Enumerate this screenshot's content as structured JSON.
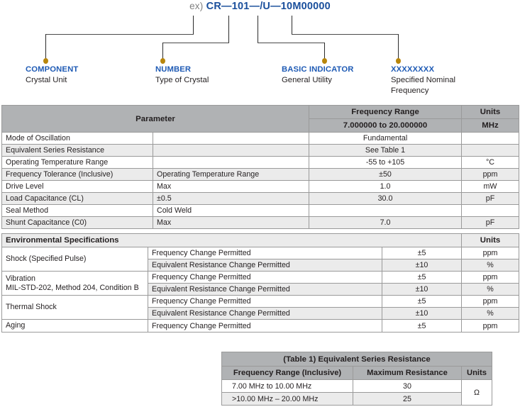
{
  "part_number": {
    "prefix": "ex)",
    "code": "CR—101—/U—10M00000",
    "segments": [
      {
        "title": "COMPONENT",
        "subtitle": "Crystal Unit"
      },
      {
        "title": "NUMBER",
        "subtitle": "Type of Crystal"
      },
      {
        "title": "BASIC INDICATOR",
        "subtitle": "General Utility"
      },
      {
        "title": "XXXXXXXX",
        "subtitle": "Specified Nominal",
        "subtitle2": "Frequency"
      }
    ]
  },
  "colors": {
    "label_blue": "#1F5BB5",
    "code_blue": "#1A4F9C",
    "dot_gold": "#B8860B",
    "header_gray": "#B0B2B4",
    "zebra_gray": "#EBEBEB",
    "border_gray": "#9A9A9A",
    "ex_gray": "#808080"
  },
  "main_table": {
    "header": {
      "parameter": "Parameter",
      "frequency_range": "Frequency Range",
      "frequency_range_value": "7.000000 to 20.000000",
      "units": "Units",
      "units_value": "MHz"
    },
    "rows": [
      {
        "param": "Mode of Oscillation",
        "cond": "",
        "value": "Fundamental",
        "units": "",
        "stripe": "white"
      },
      {
        "param": "Equivalent Series Resistance",
        "cond": "",
        "value": "See Table 1",
        "units": "",
        "stripe": "zebra"
      },
      {
        "param": "Operating Temperature Range",
        "cond": "",
        "value": "-55 to +105",
        "units": "°C",
        "stripe": "white"
      },
      {
        "param": "Frequency Tolerance (Inclusive)",
        "cond": "Operating Temperature Range",
        "value": "±50",
        "units": "ppm",
        "stripe": "zebra"
      },
      {
        "param": "Drive Level",
        "cond": "Max",
        "value": "1.0",
        "units": "mW",
        "stripe": "white"
      },
      {
        "param": "Load Capacitance (CL)",
        "cond": "±0.5",
        "value": "30.0",
        "units": "pF",
        "stripe": "zebra"
      },
      {
        "param": "Seal Method",
        "cond": "Cold Weld",
        "value": "",
        "units": "",
        "stripe": "white"
      },
      {
        "param": "Shunt Capacitance (C0)",
        "cond": "Max",
        "value": "7.0",
        "units": "pF",
        "stripe": "zebra"
      }
    ]
  },
  "env_table": {
    "title": "Environmental Specifications",
    "units_header": "Units",
    "groups": [
      {
        "label": "Shock (Specified Pulse)",
        "label2": "",
        "rows": [
          {
            "desc": "Frequency Change Permitted",
            "value": "±5",
            "units": "ppm",
            "stripe": "white"
          },
          {
            "desc": "Equivalent Resistance Change Permitted",
            "value": "±10",
            "units": "%",
            "stripe": "zebra"
          }
        ]
      },
      {
        "label": "Vibration",
        "label2": "MIL-STD-202, Method 204, Condition B",
        "rows": [
          {
            "desc": "Frequency Change Permitted",
            "value": "±5",
            "units": "ppm",
            "stripe": "white"
          },
          {
            "desc": "Equivalent Resistance Change Permitted",
            "value": "±10",
            "units": "%",
            "stripe": "zebra"
          }
        ]
      },
      {
        "label": "Thermal Shock",
        "label2": "",
        "rows": [
          {
            "desc": "Frequency Change Permitted",
            "value": "±5",
            "units": "ppm",
            "stripe": "white"
          },
          {
            "desc": "Equivalent Resistance Change Permitted",
            "value": "±10",
            "units": "%",
            "stripe": "zebra"
          }
        ]
      },
      {
        "label": "Aging",
        "label2": "",
        "rows": [
          {
            "desc": "Frequency Change Permitted",
            "value": "±5",
            "units": "ppm",
            "stripe": "white"
          }
        ]
      }
    ]
  },
  "esr_table": {
    "title": "(Table 1) Equivalent Series Resistance",
    "columns": [
      "Frequency Range (Inclusive)",
      "Maximum Resistance",
      "Units"
    ],
    "units_value": "Ω",
    "rows": [
      {
        "range": "7.00 MHz to 10.00 MHz",
        "resistance": "30",
        "stripe": "white"
      },
      {
        "range": ">10.00 MHz – 20.00 MHz",
        "resistance": "25",
        "stripe": "zebra"
      }
    ]
  }
}
